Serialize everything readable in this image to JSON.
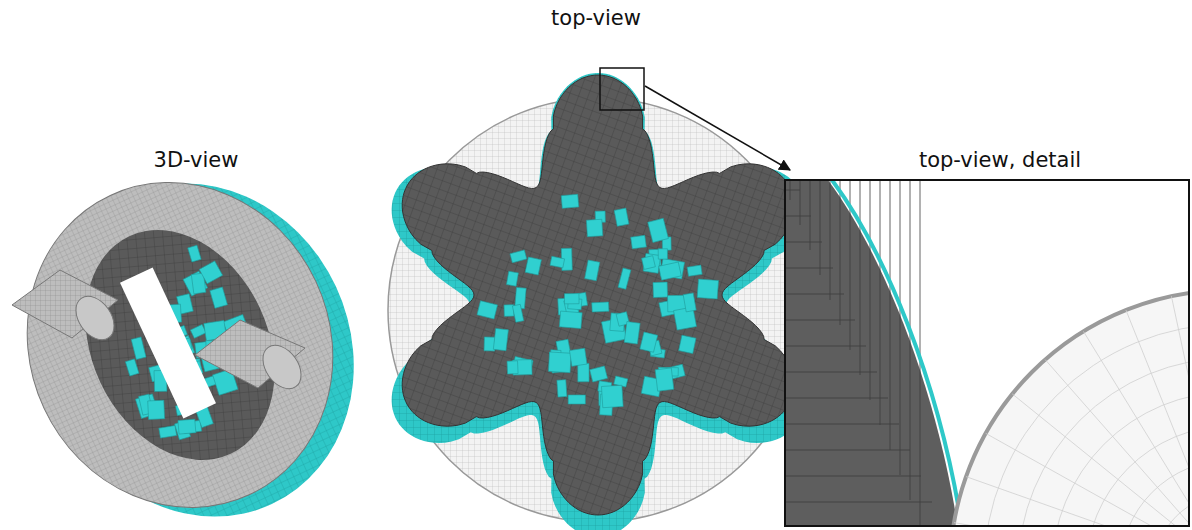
{
  "diagram": {
    "labels": [
      "3D-view",
      "top-view",
      "top-view, detail"
    ]
  }
}
